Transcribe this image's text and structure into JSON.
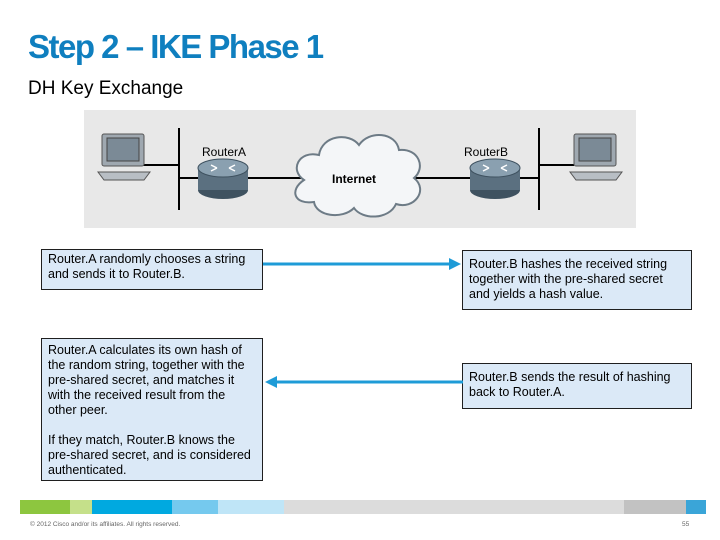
{
  "slide": {
    "title": "Step 2 – IKE Phase 1",
    "subtitle": "DH Key Exchange"
  },
  "diagram": {
    "router_a_label": "RouterA",
    "router_b_label": "RouterB",
    "cloud_label": "Internet"
  },
  "boxes": {
    "a_step1": "Router.A randomly chooses a string and sends it to Router.B.",
    "b_step1": "Router.B hashes the received string together with the pre-shared secret and yields a hash value.",
    "a_step2": "Router.A calculates its own hash of the random string, together with the pre-shared secret, and matches it with the received result from the other peer.",
    "a_step2_b": "If they match, Router.B knows the pre-shared secret, and is considered authenticated.",
    "b_step2": "Router.B sends the result of hashing back to Router.A."
  },
  "footer": {
    "copyright": "© 2012 Cisco and/or its affiliates. All rights reserved.",
    "page": "55"
  },
  "colors": {
    "title": "#0f7fbf",
    "box_fill": "#dbe9f7",
    "arrow": "#1e9bd7"
  }
}
